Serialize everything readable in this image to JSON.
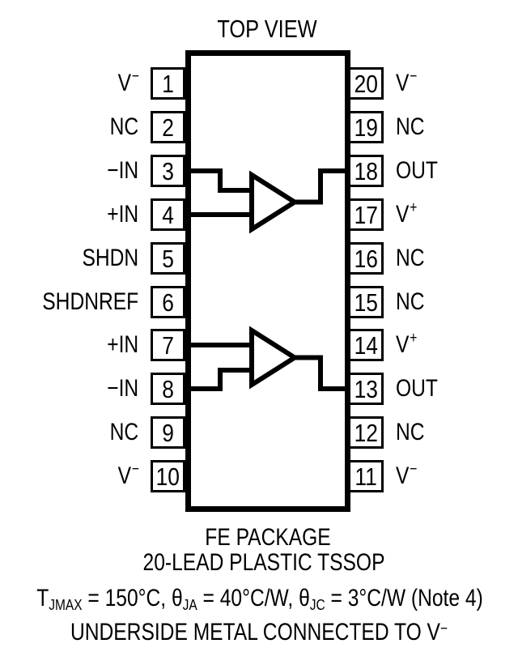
{
  "title": "TOP VIEW",
  "pins": {
    "left": [
      {
        "number": "1",
        "label": "V",
        "sup": "−"
      },
      {
        "number": "2",
        "label": "NC",
        "sup": ""
      },
      {
        "number": "3",
        "label": "−IN",
        "sup": ""
      },
      {
        "number": "4",
        "label": "+IN",
        "sup": ""
      },
      {
        "number": "5",
        "label": "SHDN",
        "sup": ""
      },
      {
        "number": "6",
        "label": "SHDNREF",
        "sup": ""
      },
      {
        "number": "7",
        "label": "+IN",
        "sup": ""
      },
      {
        "number": "8",
        "label": "−IN",
        "sup": ""
      },
      {
        "number": "9",
        "label": "NC",
        "sup": ""
      },
      {
        "number": "10",
        "label": "V",
        "sup": "−"
      }
    ],
    "right": [
      {
        "number": "20",
        "label": "V",
        "sup": "−"
      },
      {
        "number": "19",
        "label": "NC",
        "sup": ""
      },
      {
        "number": "18",
        "label": "OUT",
        "sup": ""
      },
      {
        "number": "17",
        "label": "V",
        "sup": "+"
      },
      {
        "number": "16",
        "label": "NC",
        "sup": ""
      },
      {
        "number": "15",
        "label": "NC",
        "sup": ""
      },
      {
        "number": "14",
        "label": "V",
        "sup": "+"
      },
      {
        "number": "13",
        "label": "OUT",
        "sup": ""
      },
      {
        "number": "12",
        "label": "NC",
        "sup": ""
      },
      {
        "number": "11",
        "label": "V",
        "sup": "−"
      }
    ]
  },
  "footer": {
    "package_line1": "FE PACKAGE",
    "package_line2": "20-LEAD PLASTIC TSSOP",
    "thermal": {
      "t1": "T",
      "s1": "JMAX",
      "t2": " = 150°C, θ",
      "s2": "JA",
      "t3": " = 40°C/W, θ",
      "s3": "JC",
      "t4": " = 3°C/W (Note 4)"
    },
    "underside_text": "UNDERSIDE METAL CONNECTED TO V",
    "underside_sup": "−"
  },
  "colors": {
    "ink": "#000000",
    "background": "#ffffff"
  }
}
